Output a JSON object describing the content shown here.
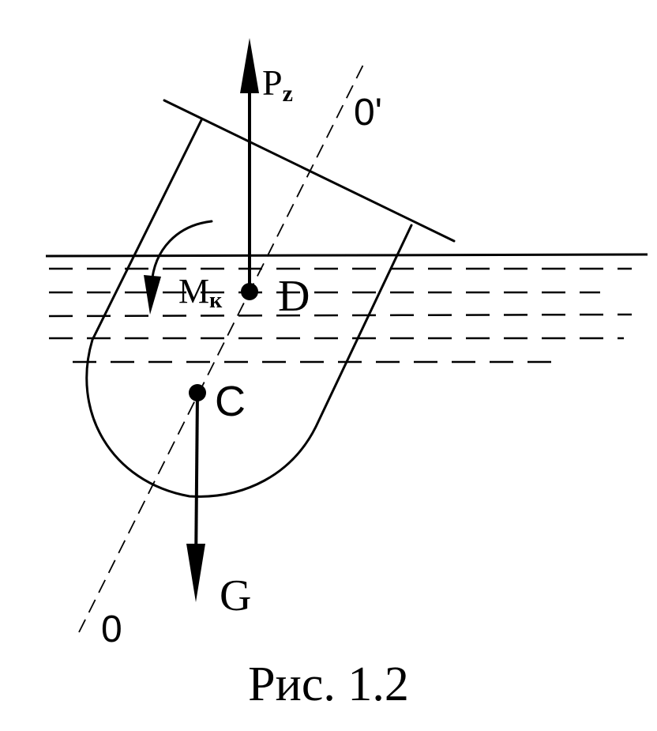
{
  "labels": {
    "buoyancy_force": "P",
    "buoyancy_subscript": "z",
    "axis_top": "0'",
    "axis_bottom": "0",
    "moment": "M",
    "moment_subscript": "к",
    "center_buoyancy": "D",
    "center_gravity": "C",
    "weight": "G"
  },
  "caption": "Рис. 1.2"
}
